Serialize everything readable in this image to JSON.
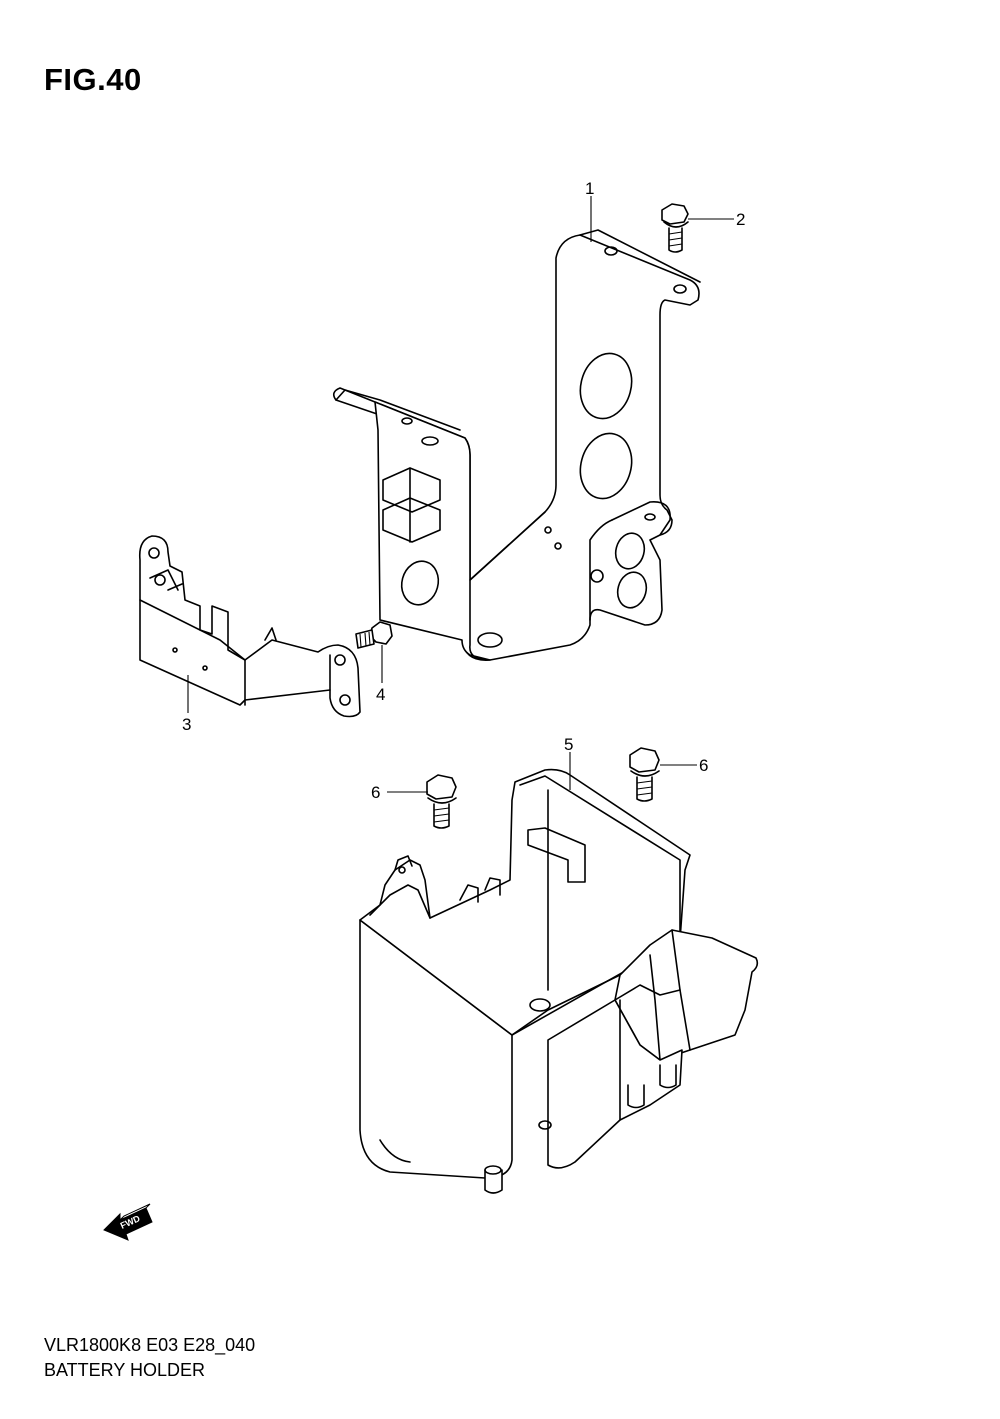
{
  "figure": {
    "title": "FIG.40",
    "model_code": "VLR1800K8 E03 E28_040",
    "section_name": "BATTERY HOLDER"
  },
  "callouts": [
    {
      "number": "1"
    },
    {
      "number": "2"
    },
    {
      "number": "3"
    },
    {
      "number": "4"
    },
    {
      "number": "5"
    },
    {
      "number": "6"
    },
    {
      "number": "6"
    }
  ],
  "fwd_label": "FWD"
}
